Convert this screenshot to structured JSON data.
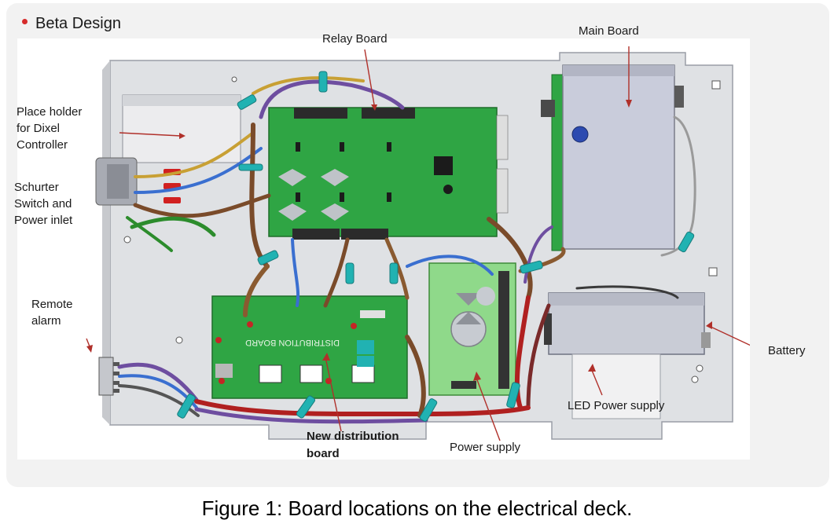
{
  "title": "Beta Design",
  "labels": {
    "relay_board": "Relay Board",
    "main_board": "Main Board",
    "place_holder_1": "Place holder",
    "place_holder_2": "for Dixel",
    "place_holder_3": "Controller",
    "schurter_1": "Schurter",
    "schurter_2": "Switch and",
    "schurter_3": "Power inlet",
    "remote_1": "Remote",
    "remote_2": "alarm",
    "battery": "Battery",
    "led_power": "LED Power supply",
    "new_dist_1": "New distribution",
    "new_dist_2": "board",
    "power_supply": "Power supply",
    "dist_board_silk": "DISTRIBUTION BOARD"
  },
  "caption": "Figure 1: Board locations on the electrical deck.",
  "colors": {
    "accent_dot": "#d62b2b",
    "arrow": "#b0302a",
    "pcb_green": "#2fa544",
    "pcb_light": "#8fd98a",
    "deck": "#dfe1e4",
    "main_board_box": "#c9ccdb",
    "clip_teal": "#21b2b2"
  }
}
